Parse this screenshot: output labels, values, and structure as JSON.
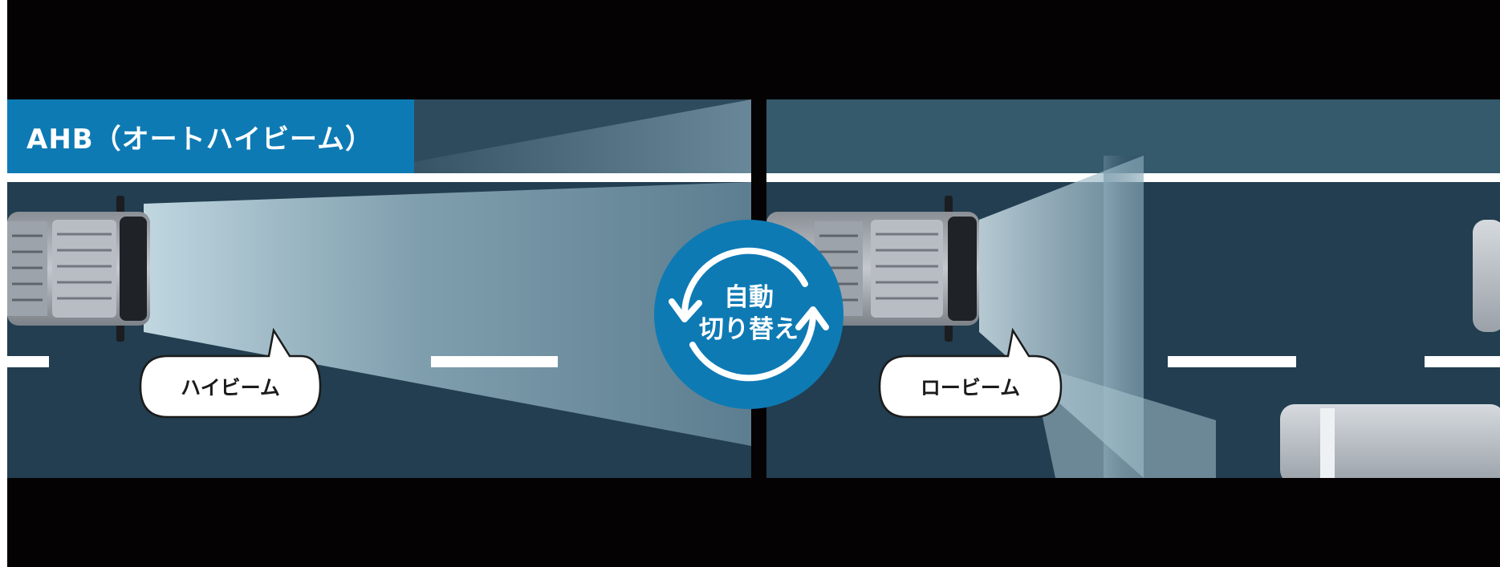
{
  "title": "AHB（オートハイビーム）",
  "left_panel": {
    "beam_label": "ハイビーム"
  },
  "right_panel": {
    "beam_label": "ロービーム"
  },
  "switch_badge": {
    "line1": "自動",
    "line2": "切り替え"
  },
  "colors": {
    "accent": "#0e7ab4",
    "road": "#223e50",
    "background": "#050203",
    "beam": "#c8dde6",
    "text_dark": "#1b1b1b"
  },
  "icons": [
    "car-icon",
    "oncoming-truck-icon",
    "cycle-arrows-icon"
  ]
}
